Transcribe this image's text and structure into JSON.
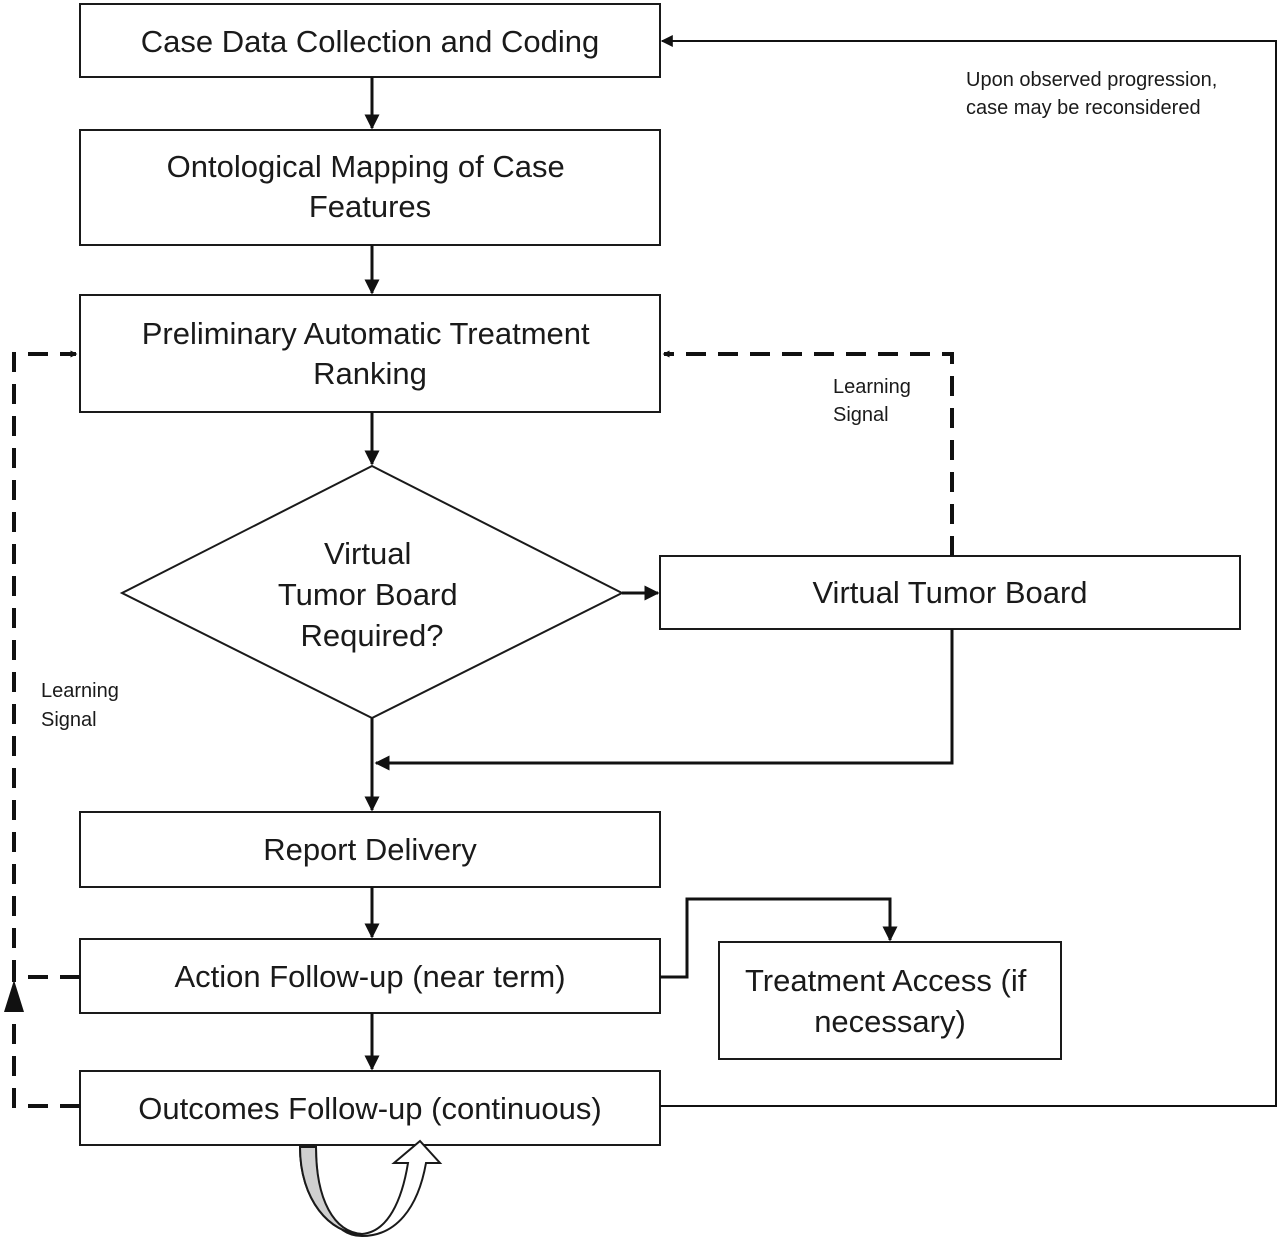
{
  "nodes": {
    "case_data": {
      "lines": [
        "Case Data Collection and Coding"
      ]
    },
    "ontological": {
      "lines": [
        "Ontological Mapping of Case",
        "Features"
      ]
    },
    "preliminary": {
      "lines": [
        "Preliminary Automatic Treatment",
        "Ranking"
      ]
    },
    "decision": {
      "lines": [
        "Virtual",
        "Tumor Board",
        "Required?"
      ]
    },
    "virtual_board": {
      "lines": [
        "Virtual Tumor Board"
      ]
    },
    "report": {
      "lines": [
        "Report Delivery"
      ]
    },
    "action": {
      "lines": [
        "Action Follow-up (near term)"
      ]
    },
    "treatment": {
      "lines": [
        "Treatment Access (if",
        "necessary)"
      ]
    },
    "outcomes": {
      "lines": [
        "Outcomes Follow-up (continuous)"
      ]
    }
  },
  "notes": {
    "progression": [
      "Upon observed progression,",
      "case may be reconsidered"
    ],
    "learning_right": [
      "Learning",
      "Signal"
    ],
    "learning_left": [
      "Learning",
      "Signal"
    ]
  },
  "colors": {
    "stroke": "#111111",
    "loop_fill": "#cfcfcf"
  }
}
